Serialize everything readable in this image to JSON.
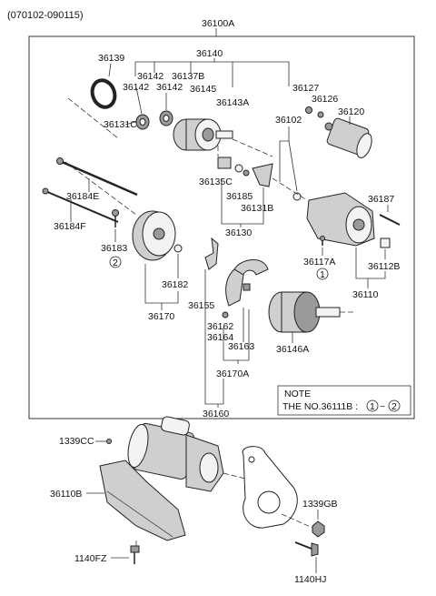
{
  "header": {
    "date_range": "(070102-090115)"
  },
  "assembly_label": "36100A",
  "labels": {
    "l36140": "36140",
    "l36139": "36139",
    "l36142a": "36142",
    "l36142b": "36142",
    "l36142c": "36142",
    "l36137B": "36137B",
    "l36145": "36145",
    "l36143A": "36143A",
    "l36131C": "36131C",
    "l36127": "36127",
    "l36126": "36126",
    "l36120": "36120",
    "l36102": "36102",
    "l36135C": "36135C",
    "l36185": "36185",
    "l36131B": "36131B",
    "l36130": "36130",
    "l36184E": "36184E",
    "l36184F": "36184F",
    "l36183": "36183",
    "l36183_circle": "2",
    "l36187": "36187",
    "l36117A": "36117A",
    "l36117A_circle": "1",
    "l36112B": "36112B",
    "l36110": "36110",
    "l36182": "36182",
    "l36170": "36170",
    "l36155": "36155",
    "l36162": "36162",
    "l36164": "36164",
    "l36163": "36163",
    "l36146A": "36146A",
    "l36170A": "36170A",
    "l36160": "36160",
    "l1339CC": "1339CC",
    "l36110B": "36110B",
    "l1339GB": "1339GB",
    "l1140FZ": "1140FZ",
    "l1140HJ": "1140HJ"
  },
  "note": {
    "title": "NOTE",
    "text": "THE NO.36111B :",
    "range_from": "1",
    "range_sep": "~",
    "range_to": "2"
  }
}
